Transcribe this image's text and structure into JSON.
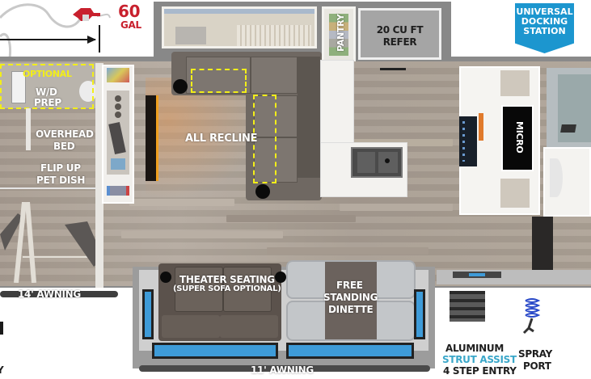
{
  "fuel": {
    "capacity_value": "60",
    "capacity_unit": "GAL",
    "accent_color": "#c8202d",
    "icon": "fuel-nozzle-icon"
  },
  "badge": {
    "line1": "UNIVERSAL",
    "line2": "DOCKING",
    "line3": "STATION",
    "color": "#1c96cf"
  },
  "labels": {
    "pantry": "PANTRY",
    "refer_line1": "20 CU FT",
    "refer_line2": "REFER",
    "optional": "OPTIONAL",
    "wd_line1": "W/D",
    "wd_line2": "PREP",
    "overhead_line1": "OVERHEAD",
    "overhead_line2": "BED",
    "petdish_line1": "FLIP UP",
    "petdish_line2": "PET DISH",
    "all_recline": "ALL RECLINE",
    "micro": "MICRO",
    "awning_14": "14' AWNING",
    "awning_11": "11' AWNING",
    "theater_line1": "THEATER SEATING",
    "theater_line2": "(SUPER SOFA OPTIONAL)",
    "dinette_line1": "FREE",
    "dinette_line2": "STANDING",
    "dinette_line3": "DINETTE",
    "entry_line1": "ALUMINUM",
    "entry_line2": "STRUT ASSIST",
    "entry_line3": "4 STEP ENTRY",
    "spray_line1": "SPRAY",
    "spray_line2": "PORT",
    "cut_off_left": "Y"
  },
  "colors": {
    "optional_yellow": "#f2ee19",
    "strut_assist_blue": "#3aa7c9",
    "window_blue": "#3e9bd8"
  }
}
